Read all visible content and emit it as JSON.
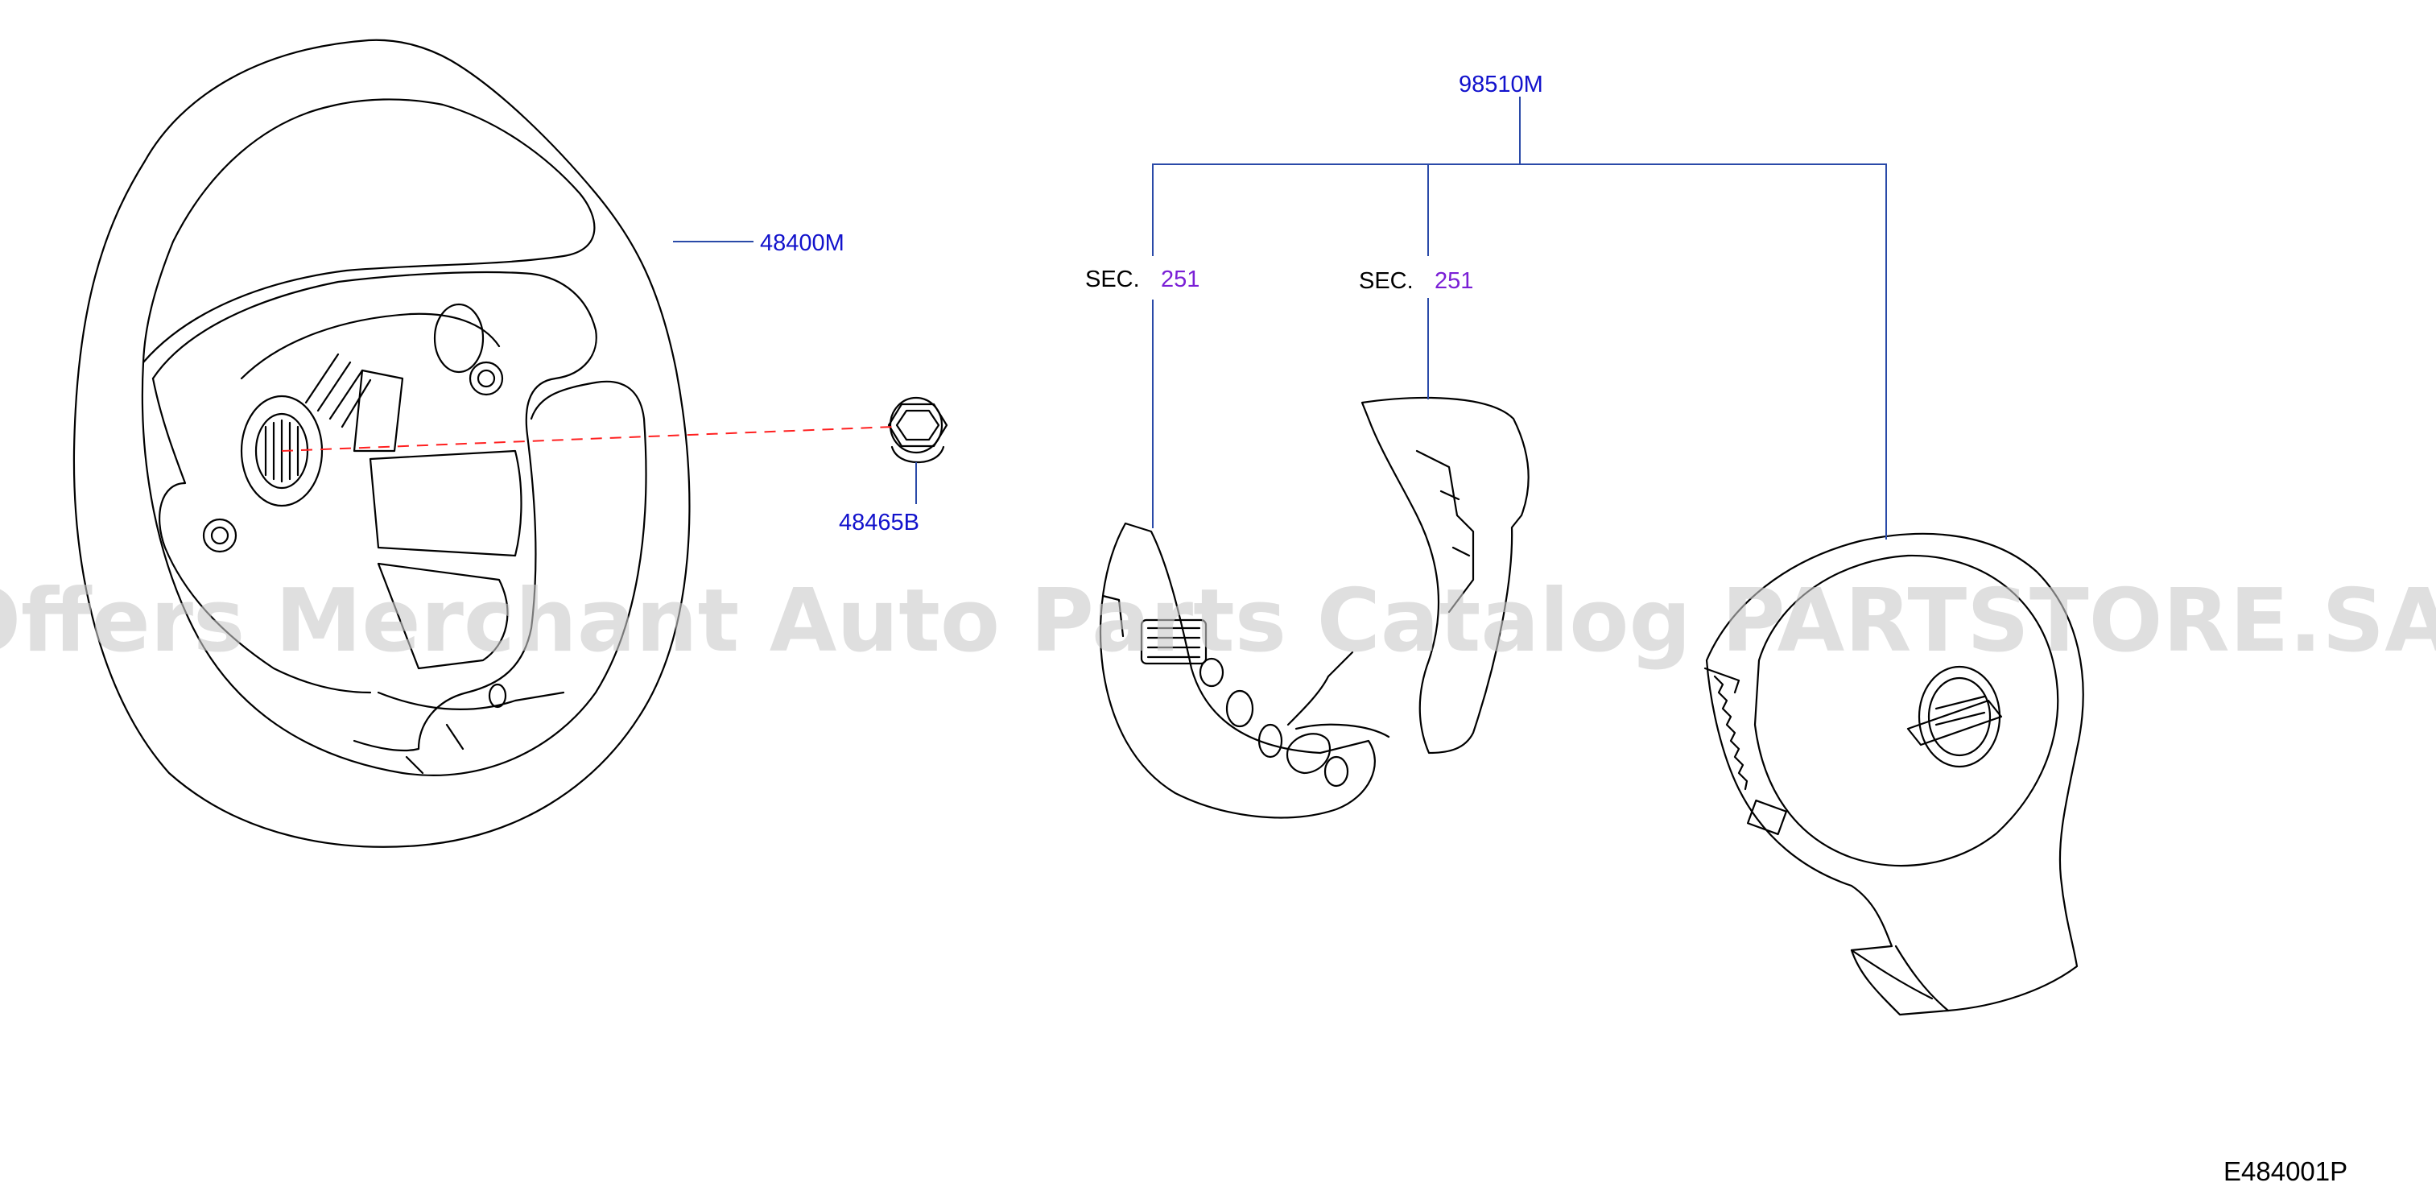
{
  "colors": {
    "part_label": "#1212cc",
    "section_number": "#7a1fd6",
    "leader_line": "#2a4aa8",
    "center_line": "#ff2020",
    "watermark": "#c9c9c9"
  },
  "parts": {
    "steering_wheel": "48400M",
    "nut": "48465B",
    "airbag_module": "98510M"
  },
  "sections": [
    {
      "prefix": "SEC.",
      "number": "251"
    },
    {
      "prefix": "SEC.",
      "number": "251"
    }
  ],
  "watermark": "Offers Merchant Auto Parts Catalog PARTSTORE.SA",
  "diagram_code": "E484001P"
}
